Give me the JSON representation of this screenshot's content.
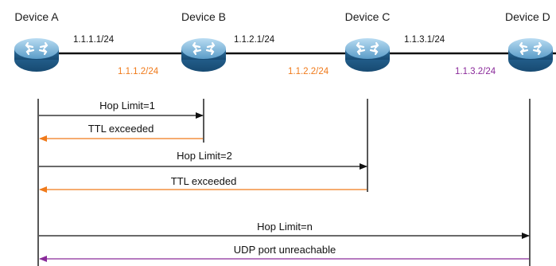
{
  "colors": {
    "line": "#111111",
    "orange": "#f07a1a",
    "purple": "#8a2a9a",
    "router_dark": "#1f5f8f",
    "router_light": "#7fb8dd"
  },
  "devices": {
    "a": {
      "label": "Device A",
      "icon": "router-icon"
    },
    "b": {
      "label": "Device B",
      "icon": "router-icon"
    },
    "c": {
      "label": "Device C",
      "icon": "router-icon"
    },
    "d": {
      "label": "Device D",
      "icon": "router-icon"
    }
  },
  "interfaces": {
    "a_b_left": "1.1.1.1/24",
    "a_b_right": "1.1.1.2/24",
    "b_c_left": "1.1.2.1/24",
    "b_c_right": "1.1.2.2/24",
    "c_d_left": "1.1.3.1/24",
    "c_d_right": "1.1.3.2/24"
  },
  "messages": {
    "m1": "Hop Limit=1",
    "m2": "TTL exceeded",
    "m3": "Hop Limit=2",
    "m4": "TTL exceeded",
    "m5": "Hop Limit=n",
    "m6": "UDP port unreachable"
  }
}
